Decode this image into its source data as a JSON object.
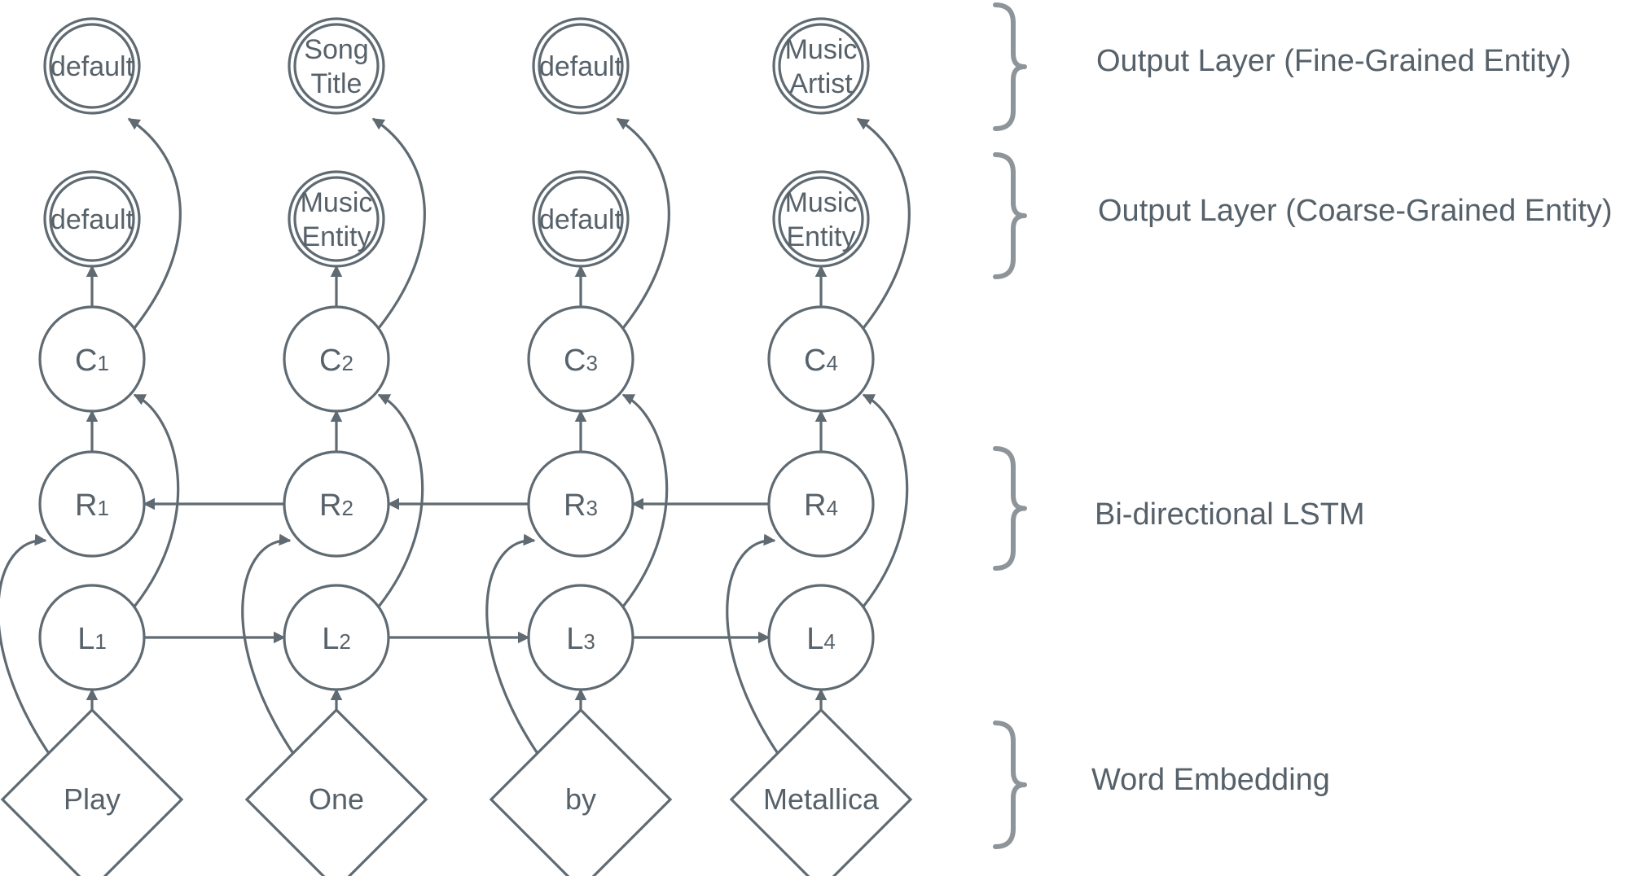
{
  "columns": [
    {
      "word": "Play",
      "L": {
        "base": "L",
        "sub": "1"
      },
      "R": {
        "base": "R",
        "sub": "1"
      },
      "C": {
        "base": "C",
        "sub": "1"
      },
      "coarse": [
        "default"
      ],
      "fine": [
        "default"
      ]
    },
    {
      "word": "One",
      "L": {
        "base": "L",
        "sub": "2"
      },
      "R": {
        "base": "R",
        "sub": "2"
      },
      "C": {
        "base": "C",
        "sub": "2"
      },
      "coarse": [
        "Music",
        "Entity"
      ],
      "fine": [
        "Song",
        "Title"
      ]
    },
    {
      "word": "by",
      "L": {
        "base": "L",
        "sub": "3"
      },
      "R": {
        "base": "R",
        "sub": "3"
      },
      "C": {
        "base": "C",
        "sub": "3"
      },
      "coarse": [
        "default"
      ],
      "fine": [
        "default"
      ]
    },
    {
      "word": "Metallica",
      "L": {
        "base": "L",
        "sub": "4"
      },
      "R": {
        "base": "R",
        "sub": "4"
      },
      "C": {
        "base": "C",
        "sub": "4"
      },
      "coarse": [
        "Music",
        "Entity"
      ],
      "fine": [
        "Music",
        "Artist"
      ]
    }
  ],
  "layers": {
    "fine": "Output Layer (Fine-Grained Entity)",
    "coarse": "Output Layer (Coarse-Grained Entity)",
    "lstm": "Bi-directional LSTM",
    "embedding": "Word Embedding"
  },
  "colors": {
    "line": "#5f6a72",
    "text": "#56616a",
    "brace": "#8d959b"
  }
}
